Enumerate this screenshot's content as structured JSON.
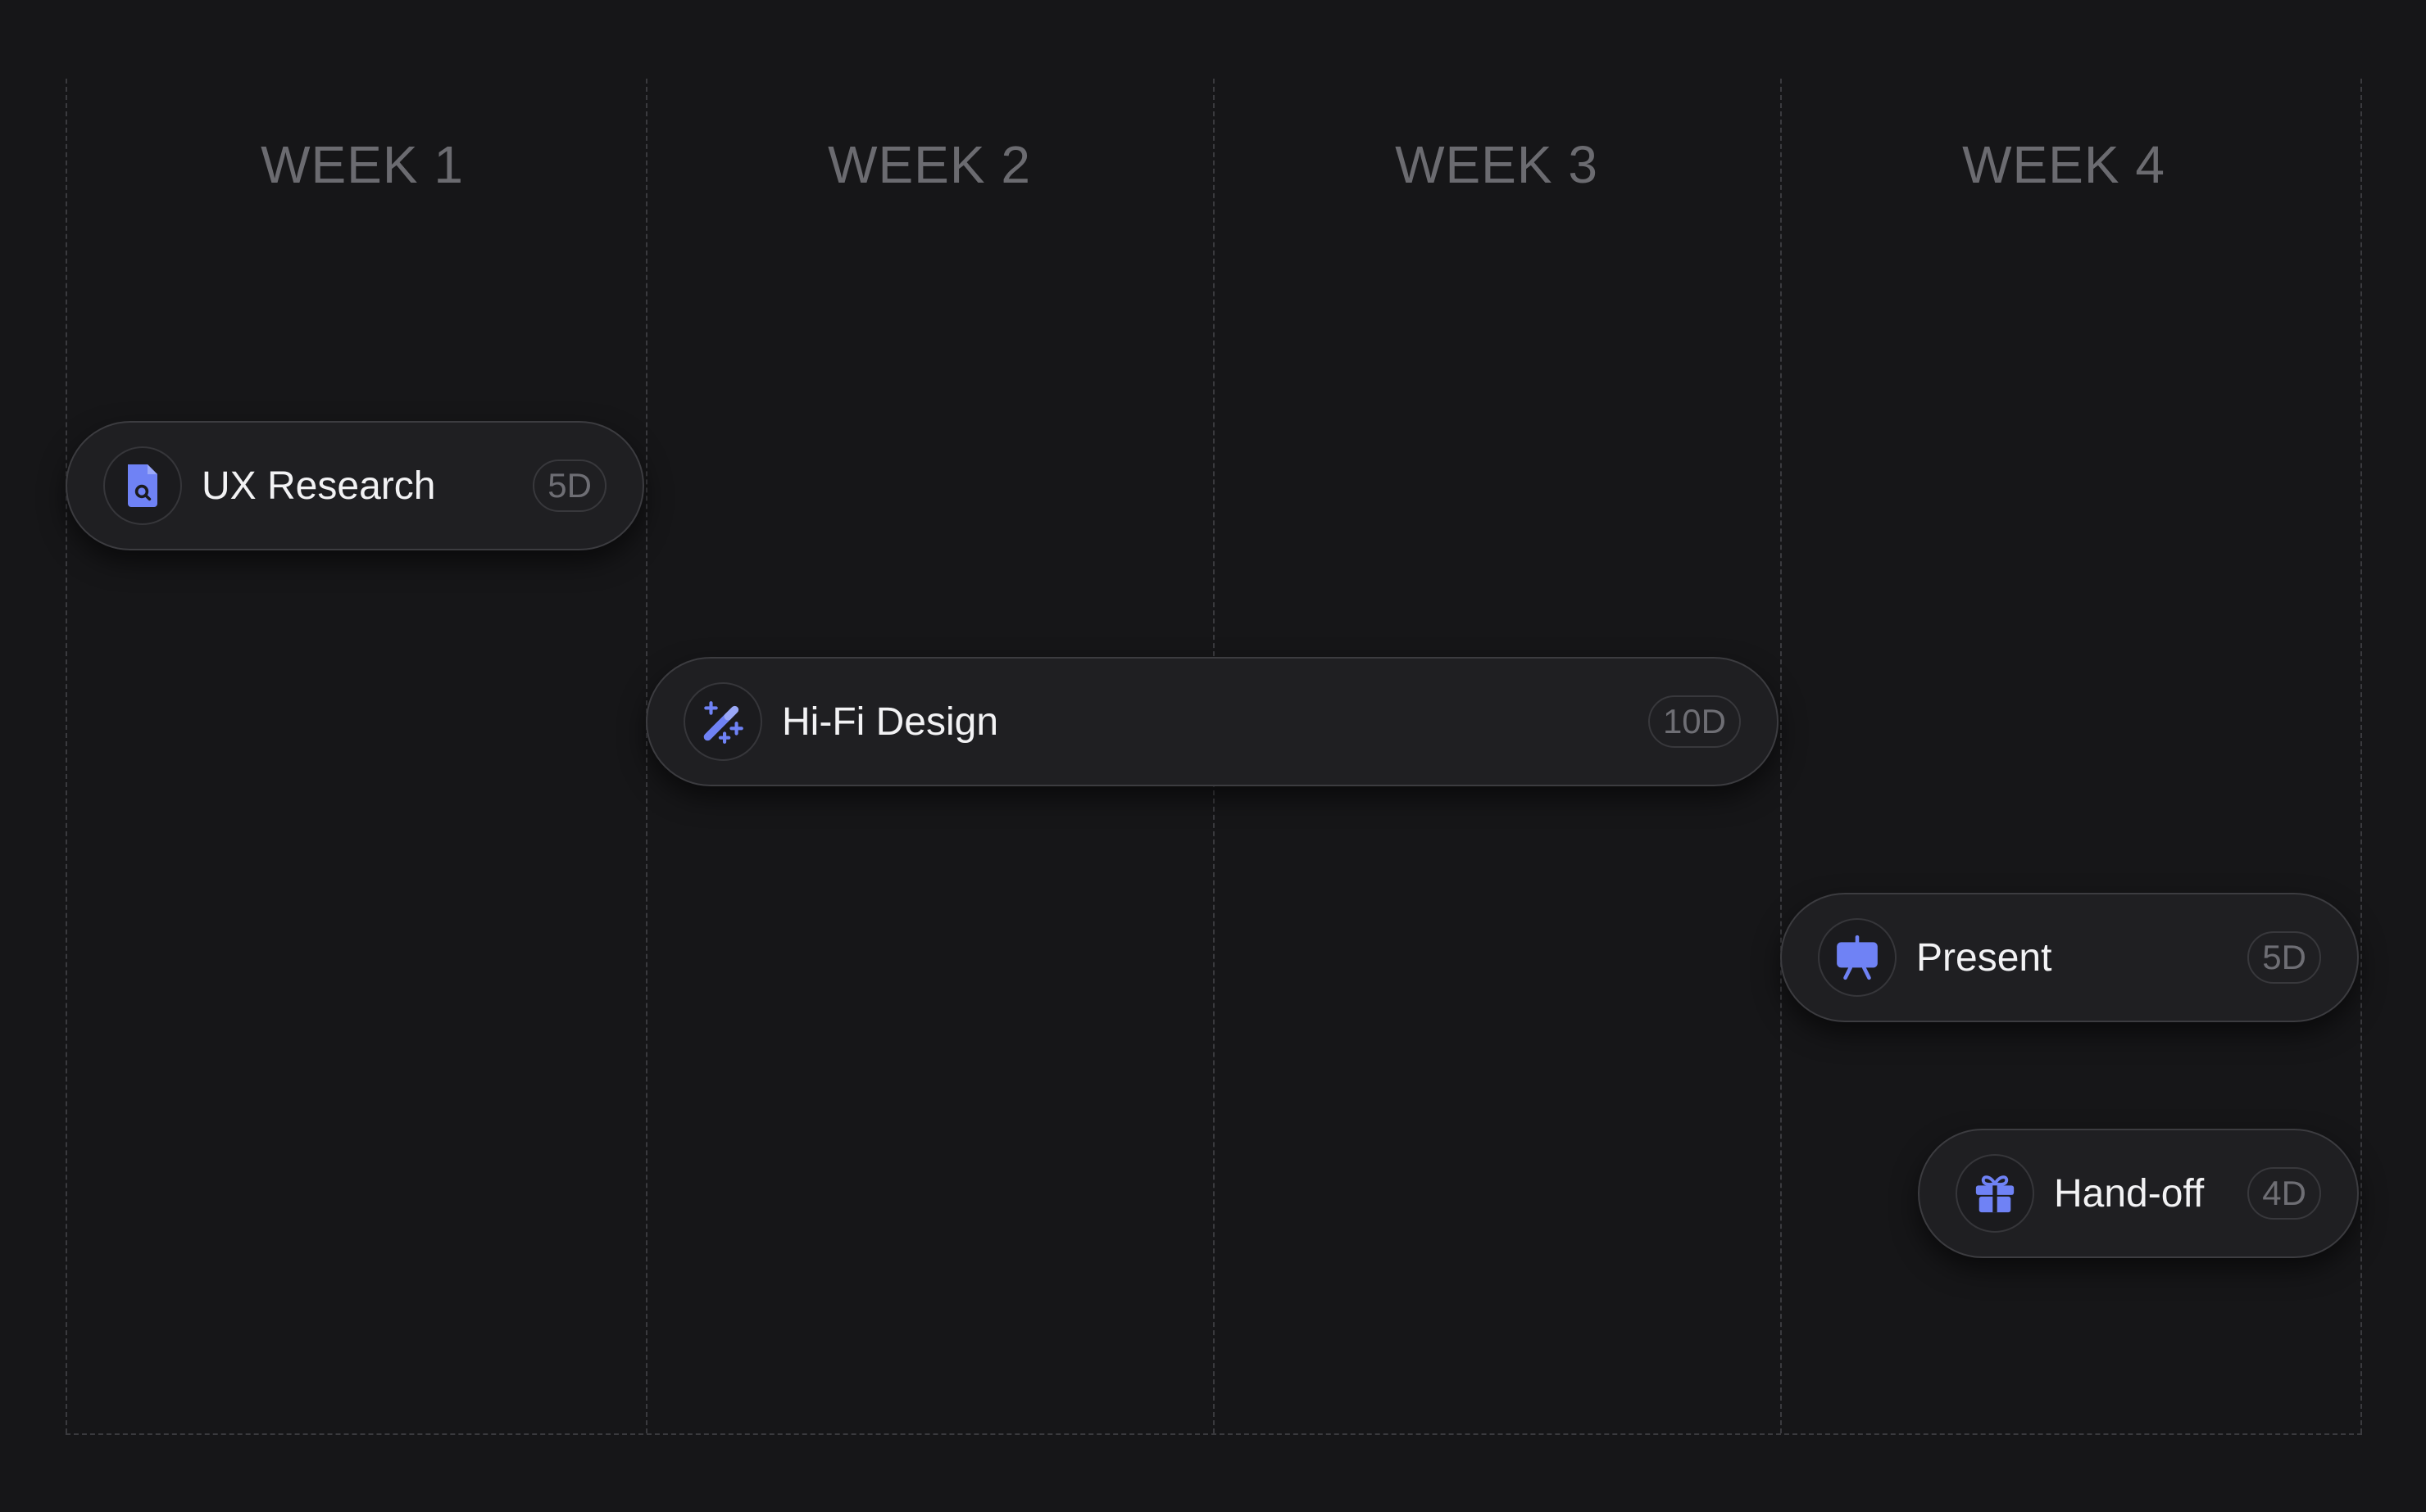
{
  "weeks": [
    "WEEK 1",
    "WEEK 2",
    "WEEK 3",
    "WEEK 4"
  ],
  "tasks": [
    {
      "name": "UX Research",
      "duration": "5D",
      "icon": "document-search-icon"
    },
    {
      "name": "Hi-Fi Design",
      "duration": "10D",
      "icon": "magic-wand-icon"
    },
    {
      "name": "Present",
      "duration": "5D",
      "icon": "presentation-board-icon"
    },
    {
      "name": "Hand-off",
      "duration": "4D",
      "icon": "gift-icon"
    }
  ],
  "colors": {
    "background": "#161618",
    "accent": "#6f82f5",
    "task_fill": "#1f1f22",
    "gridline": "#3a3a3e"
  }
}
